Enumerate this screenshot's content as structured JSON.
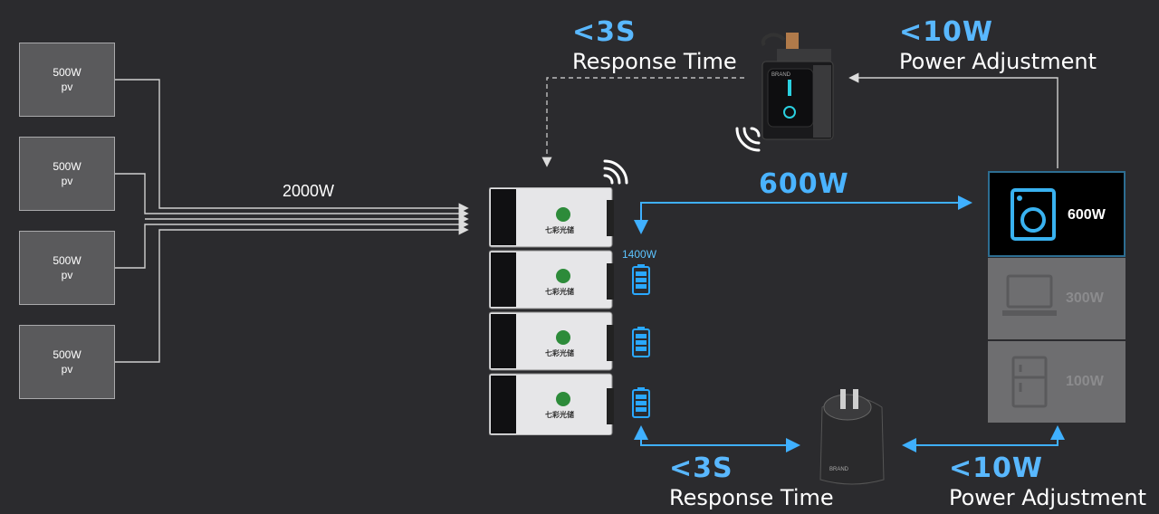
{
  "pv_panels": [
    {
      "power": "500W",
      "label": "pv"
    },
    {
      "power": "500W",
      "label": "pv"
    },
    {
      "power": "500W",
      "label": "pv"
    },
    {
      "power": "500W",
      "label": "pv"
    }
  ],
  "pv_total": "2000W",
  "response_top": {
    "time": "<3S",
    "label": "Response Time"
  },
  "adjust_top": {
    "time": "<10W",
    "label": "Power Adjustment"
  },
  "response_bottom": {
    "time": "<3S",
    "label": "Response Time"
  },
  "adjust_bottom": {
    "time": "<10W",
    "label": "Power Adjustment"
  },
  "output_power": "600W",
  "battery_power": "1400W",
  "battery_logo_text": "七彩光储",
  "meter_brand": "BRAND",
  "plug_brand": "BRAND",
  "appliances": [
    {
      "icon": "washing-machine-icon",
      "power": "600W",
      "active": true
    },
    {
      "icon": "laptop-icon",
      "power": "300W",
      "active": false
    },
    {
      "icon": "fridge-icon",
      "power": "100W",
      "active": false
    }
  ],
  "colors": {
    "accent": "#59b8ff",
    "background": "#2b2b2e",
    "battery": "#2aa8ff"
  }
}
